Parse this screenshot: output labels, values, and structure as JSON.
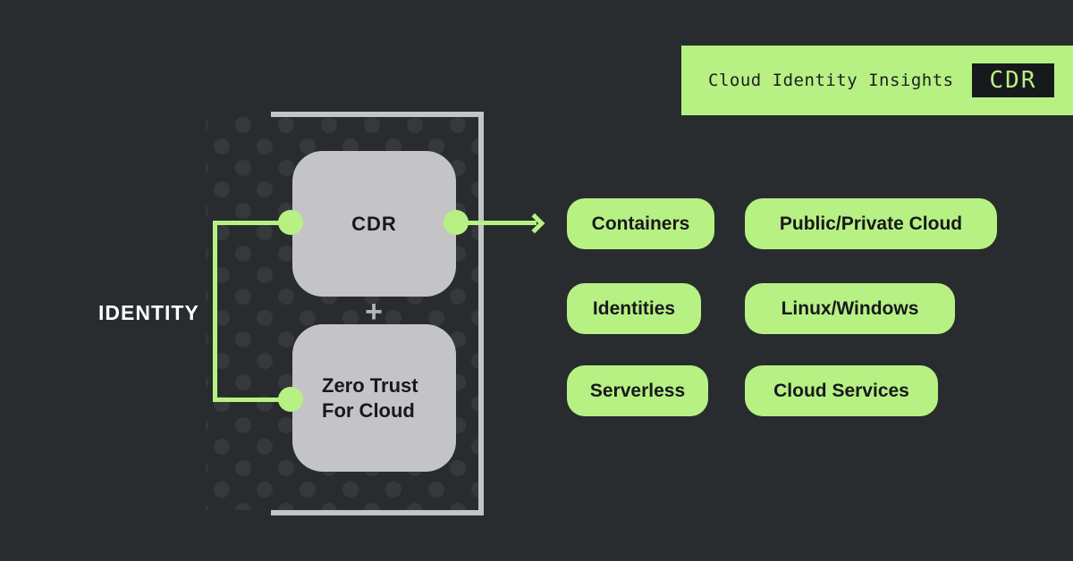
{
  "banner": {
    "title": "Cloud Identity Insights",
    "badge": "CDR"
  },
  "left_label": "IDENTITY",
  "diagram": {
    "top_box": "CDR",
    "plus": "+",
    "bottom_box_line1": "Zero Trust",
    "bottom_box_line2": "For Cloud"
  },
  "pills": [
    {
      "label": "Containers"
    },
    {
      "label": "Public/Private Cloud"
    },
    {
      "label": "Identities"
    },
    {
      "label": "Linux/Windows"
    },
    {
      "label": "Serverless"
    },
    {
      "label": "Cloud Services"
    }
  ],
  "colors": {
    "background": "#282c2e",
    "accent_green": "#b7f183",
    "box_gray": "#c4c4c6",
    "bracket_gray": "#c2c5c7",
    "dot_gray": "#35393c",
    "dark_text": "#17191d",
    "badge_background": "#17191c",
    "identity_text": "#ffffff"
  }
}
